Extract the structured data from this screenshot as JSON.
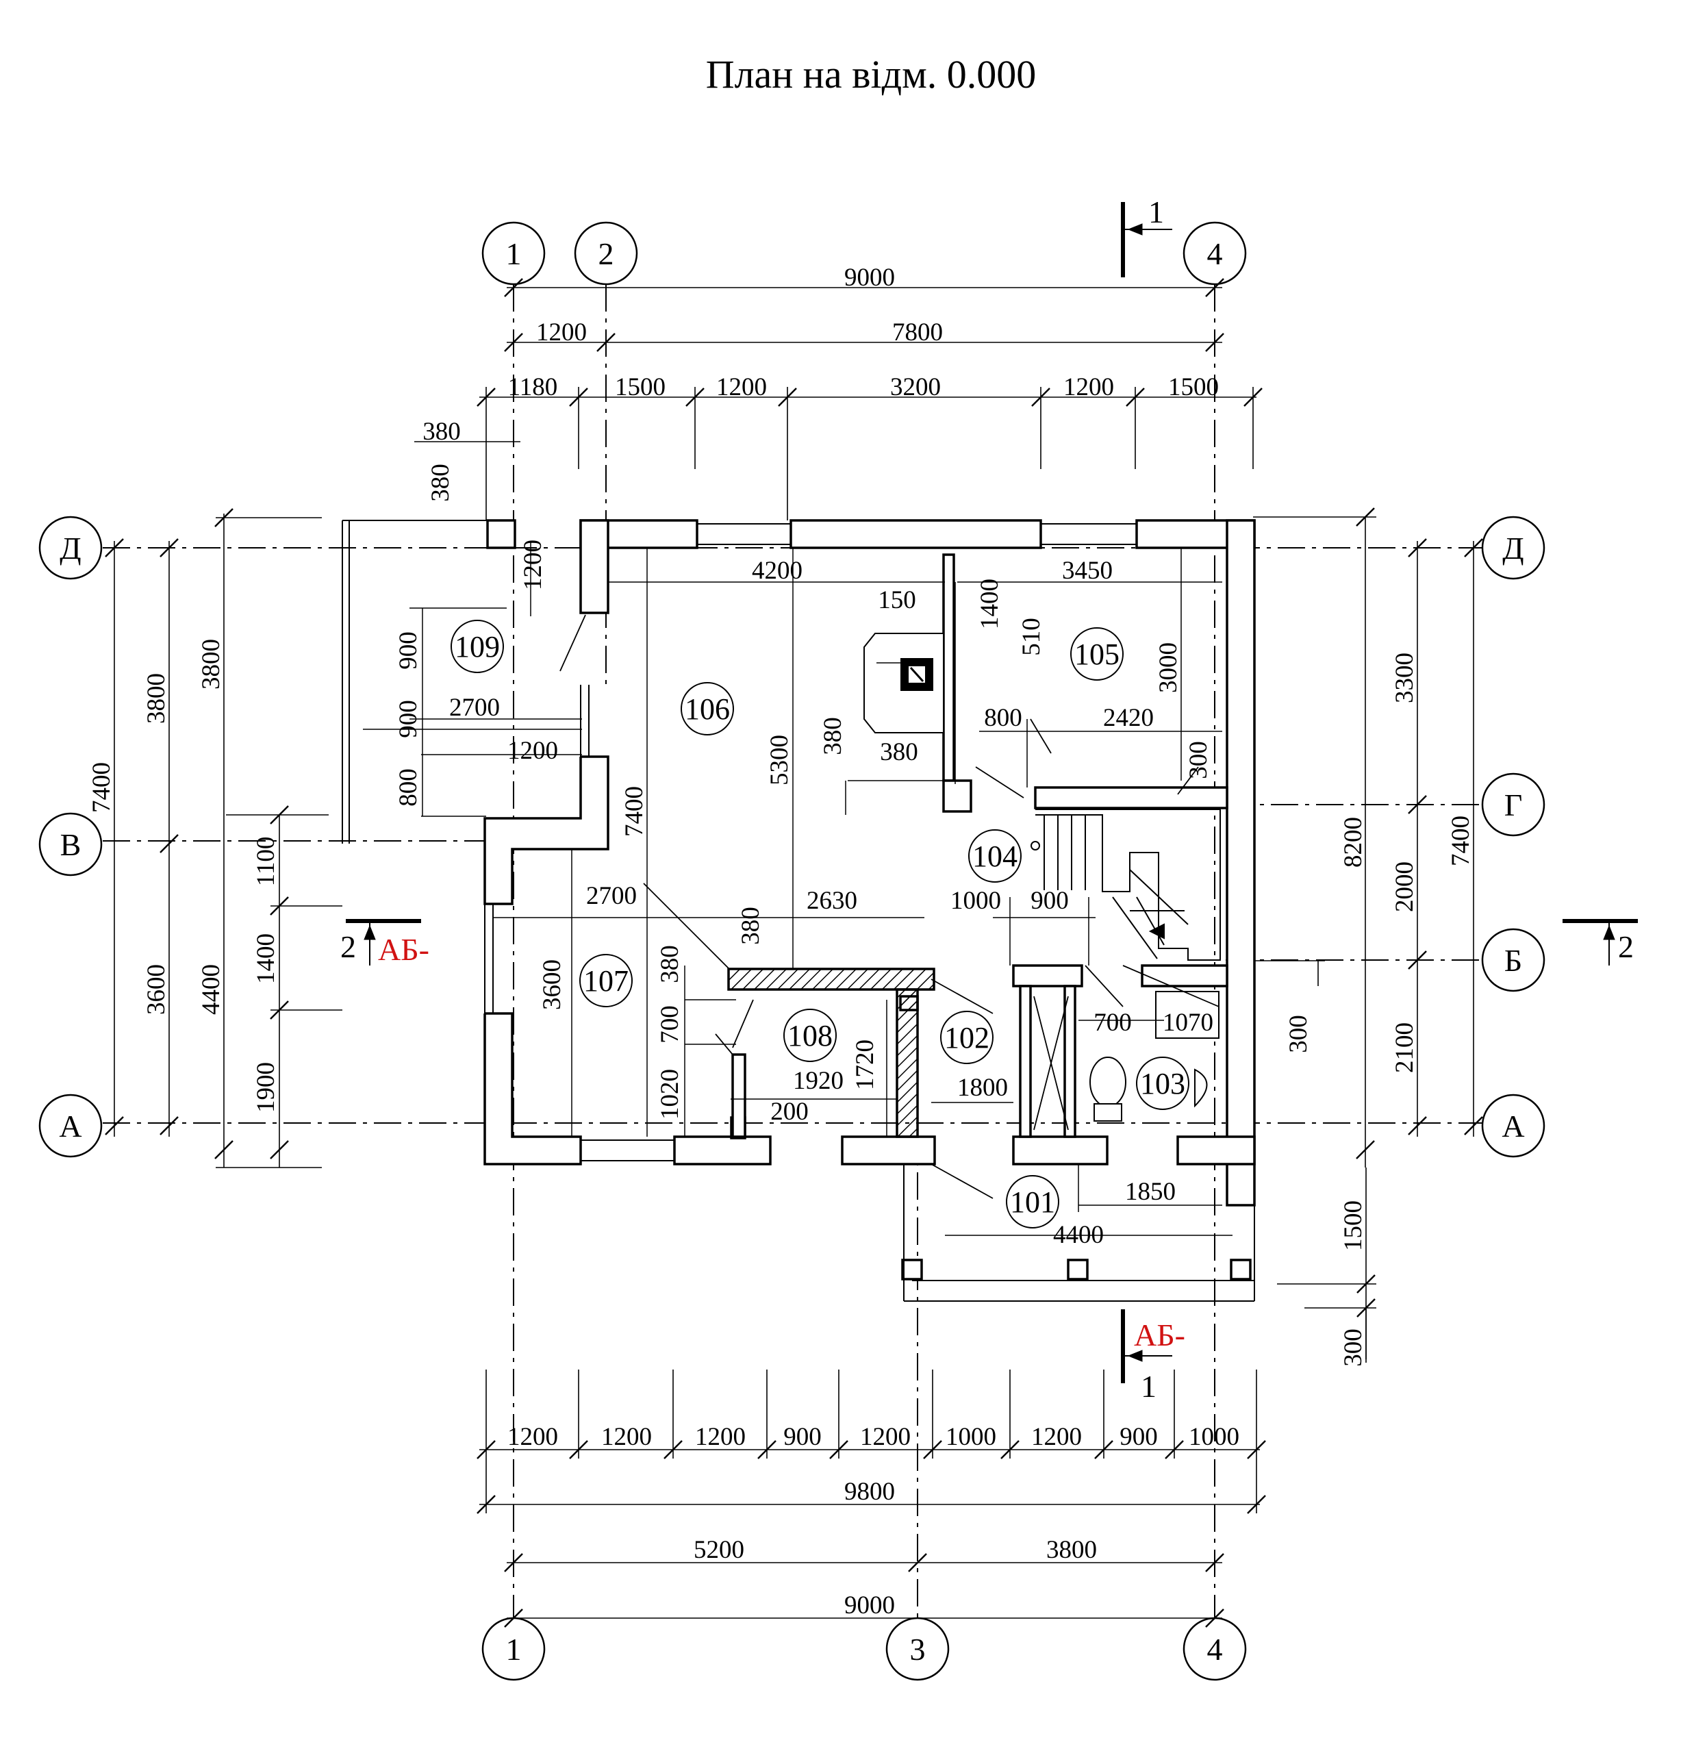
{
  "title": "План на відм. 0.000",
  "axes": {
    "top": [
      "1",
      "2",
      "4"
    ],
    "bottom": [
      "1",
      "3",
      "4"
    ],
    "left": [
      "Д",
      "В",
      "А"
    ],
    "right": [
      "Д",
      "Г",
      "Б",
      "А"
    ]
  },
  "rooms": [
    "101",
    "102",
    "103",
    "104",
    "105",
    "106",
    "107",
    "108",
    "109"
  ],
  "dimensions": {
    "top_overall": "9000",
    "top_level2": [
      "1200",
      "7800"
    ],
    "top_level3": [
      "1180",
      "1500",
      "1200",
      "3200",
      "1200",
      "1500"
    ],
    "top_small": [
      "380",
      "380"
    ],
    "bottom_level1": [
      "1200",
      "1200",
      "1200",
      "900",
      "1200",
      "1000",
      "1200",
      "900",
      "1000"
    ],
    "bottom_level2": "9800",
    "bottom_level3": [
      "5200",
      "3800"
    ],
    "bottom_overall": "9000",
    "left_overall": "7400",
    "left_level2": [
      "3800",
      "3600"
    ],
    "left_level3": [
      "3800",
      "4400"
    ],
    "left_level4": [
      "1100",
      "1400",
      "1900"
    ],
    "right_level1": "8200",
    "right_level2": [
      "3300",
      "2000",
      "2100"
    ],
    "right_overall": "7400",
    "right_small": [
      "300",
      "1500",
      "300"
    ],
    "interior": [
      "1200",
      "4200",
      "3450",
      "150",
      "1400",
      "510",
      "3000",
      "900",
      "900",
      "2700",
      "800",
      "2420",
      "800",
      "380",
      "380",
      "1200",
      "5300",
      "300",
      "7400",
      "2700",
      "2630",
      "1000",
      "900",
      "380",
      "380",
      "3600",
      "700",
      "700",
      "1070",
      "1920",
      "1720",
      "1020",
      "200",
      "1800",
      "1850",
      "4400"
    ]
  },
  "cuts": {
    "section1_label": "1",
    "section2_label": "2",
    "ab_label": "АБ-"
  },
  "colors": {
    "line": "#000000",
    "accent_red": "#d11212",
    "fill_hatch": "#000000"
  }
}
